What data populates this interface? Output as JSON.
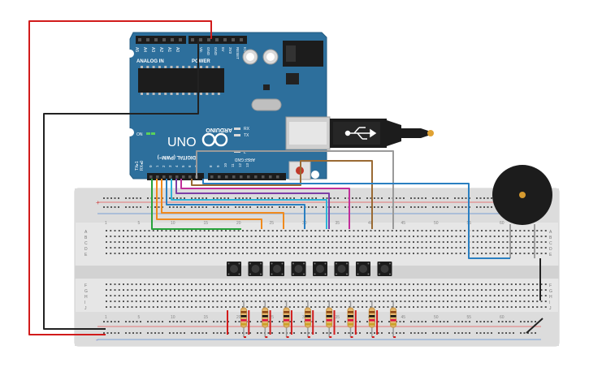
{
  "arduino": {
    "model": "UNO",
    "brand": "ARDUINO",
    "power_header": "POWER",
    "analog_header": "ANALOG IN",
    "digital_header": "DIGITAL (PWM~)",
    "power_pins": [
      "IOREF",
      "RESET",
      "3V3",
      "5V",
      "GND",
      "GND",
      "Vin"
    ],
    "analog_pins": [
      "A0",
      "A1",
      "A2",
      "A3",
      "A4",
      "A5"
    ],
    "led_on": "ON",
    "led_tx": "TX",
    "led_rx": "RX",
    "led_l": "L",
    "aref_label": "AREF",
    "gnd_label": "GND",
    "digital_pins": [
      "0",
      "1",
      "2",
      "3",
      "4",
      "5",
      "6",
      "7",
      "8",
      "9",
      "10",
      "11",
      "12",
      "13"
    ],
    "tx_label": "TX▸1",
    "rx_label": "RX◂0"
  },
  "breadboard": {
    "rows": [
      "A",
      "B",
      "C",
      "D",
      "E",
      "F",
      "G",
      "H",
      "I",
      "J"
    ],
    "column_numbers": [
      "1",
      "5",
      "10",
      "15",
      "20",
      "25",
      "30",
      "35",
      "40",
      "45",
      "50",
      "55",
      "60"
    ],
    "rail_plus": "+",
    "rail_minus": "-"
  },
  "components": {
    "buttons": 8,
    "resistors": 8,
    "buzzer": "piezo buzzer"
  },
  "colors": {
    "board_blue": "#2d6f9c",
    "wire_red": "#d11b1b",
    "wire_black": "#222222",
    "wire_green": "#27a33a",
    "wire_orange": "#f08a1c",
    "wire_blue": "#2a7fc1",
    "wire_cyan": "#2eb3d8",
    "wire_purple": "#7b3fa6",
    "wire_magenta": "#c12e9a",
    "wire_brown": "#9a6a33",
    "wire_gray": "#9a9a9a"
  }
}
